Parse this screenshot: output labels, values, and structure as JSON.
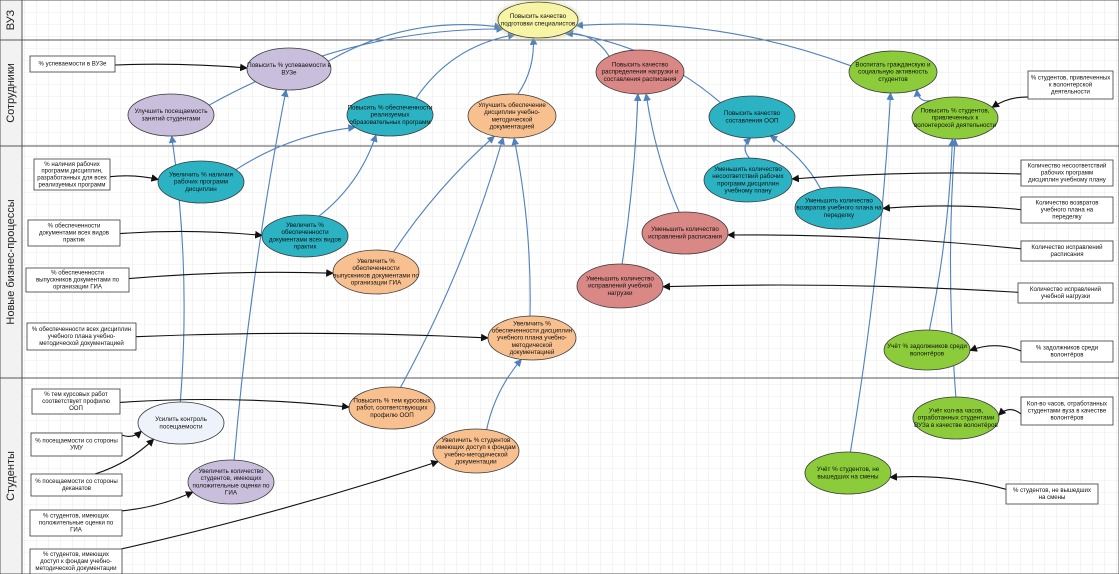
{
  "lanes": [
    {
      "id": "vuz",
      "label": "ВУЗ"
    },
    {
      "id": "staff",
      "label": "Сотрудники"
    },
    {
      "id": "processes",
      "label": "Новые бизнес-процессы"
    },
    {
      "id": "students",
      "label": "Студенты"
    }
  ],
  "colors": {
    "yellow": "#f7f4a5",
    "purple": "#c9bfdc",
    "teal": "#2bb3c4",
    "orange": "#f8c08f",
    "red": "#d98886",
    "green": "#8ccc3a",
    "light": "#eef2fa",
    "edge_blue": "#4f81bd",
    "edge_black": "#111111",
    "grid": "#d9d9d9"
  },
  "nodes": [
    {
      "id": "n1",
      "text": [
        "Повысить качество",
        "подготовки специалистов"
      ],
      "color": "yellow"
    },
    {
      "id": "n2",
      "text": [
        "Повысить % успеваемости в",
        "ВУЗе"
      ],
      "color": "purple"
    },
    {
      "id": "n3",
      "text": [
        "Улучшить посещаемость",
        "занятий студентами"
      ],
      "color": "purple"
    },
    {
      "id": "n4",
      "text": [
        "Повысить % обеспеченности",
        "реализуемых",
        "образовательных программ"
      ],
      "color": "teal"
    },
    {
      "id": "n5",
      "text": [
        "Улучшить обеспечение",
        "дисциплин учебно-",
        "методической",
        "документацией"
      ],
      "color": "orange"
    },
    {
      "id": "n6",
      "text": [
        "Повысить качество",
        "распределения нагрузки и",
        "составления расписания"
      ],
      "color": "red"
    },
    {
      "id": "n7",
      "text": [
        "Повысить качество",
        "составления ООП"
      ],
      "color": "teal"
    },
    {
      "id": "n8",
      "text": [
        "Воспитать гражданскую и",
        "социальную активность",
        "студентов"
      ],
      "color": "green"
    },
    {
      "id": "n9",
      "text": [
        "Повысить % студентов,",
        "привлеченных к",
        "волонтерской деятельности"
      ],
      "color": "green"
    },
    {
      "id": "n10",
      "text": [
        "Увеличить % наличия",
        "рабочих программ",
        "дисциплин"
      ],
      "color": "teal"
    },
    {
      "id": "n11",
      "text": [
        "Увеличить %",
        "обеспеченности",
        "документами всех видов",
        "практик"
      ],
      "color": "teal"
    },
    {
      "id": "n12",
      "text": [
        "Увеличить %",
        "обеспеченности",
        "выпускников документами по",
        "организации ГИА"
      ],
      "color": "orange"
    },
    {
      "id": "n13",
      "text": [
        "Увеличить %",
        "обеспеченности дисциплин",
        "учебного плана учебно-",
        "методической",
        "документацией"
      ],
      "color": "orange"
    },
    {
      "id": "n14",
      "text": [
        "Уменьшить количество",
        "несоответствий рабочих",
        "программ дисциплин",
        "учебному плану"
      ],
      "color": "teal"
    },
    {
      "id": "n15",
      "text": [
        "Уменьшить количество",
        "возвратов учебного плана на",
        "переделку"
      ],
      "color": "teal"
    },
    {
      "id": "n16",
      "text": [
        "Уменьшить количество",
        "исправлений расписания"
      ],
      "color": "red"
    },
    {
      "id": "n17",
      "text": [
        "Уменьшить количество",
        "исправлений учебной",
        "нагрузки"
      ],
      "color": "red"
    },
    {
      "id": "n18",
      "text": [
        "Учёт % задолжников среди",
        "волонтёров"
      ],
      "color": "green"
    },
    {
      "id": "n19",
      "text": [
        "Усилить контроль",
        "посещаемости"
      ],
      "color": "light"
    },
    {
      "id": "n20",
      "text": [
        "Увеличить количество",
        "студентов, имеющих",
        "положительные оценки по",
        "ГИА"
      ],
      "color": "purple"
    },
    {
      "id": "n21",
      "text": [
        "Повысить % тем курсовых",
        "работ, соответствующих",
        "профилю ООП"
      ],
      "color": "orange"
    },
    {
      "id": "n22",
      "text": [
        "Увеличить % студентов",
        "имеющих доступ к фондам",
        "учебно-методической",
        "документации"
      ],
      "color": "orange"
    },
    {
      "id": "n23",
      "text": [
        "Учёт кол-ва часов,",
        "отработанных студентами",
        "ВУЗа в качестве волонтёров"
      ],
      "color": "green"
    },
    {
      "id": "n24",
      "text": [
        "Учёт % студентов, не",
        "вышедших на смены"
      ],
      "color": "green"
    }
  ],
  "boxes": [
    {
      "id": "b1",
      "text": [
        "% успеваемости в ВУЗе"
      ]
    },
    {
      "id": "b2",
      "text": [
        "% наличия рабочих",
        "программ дисциплин,",
        "разработанных для всех",
        "реализуемых программ"
      ]
    },
    {
      "id": "b3",
      "text": [
        "% обеспеченности",
        "документами всех видов",
        "практик"
      ]
    },
    {
      "id": "b4",
      "text": [
        "% обеспеченности",
        "выпускников документами по",
        "организации ГИА"
      ]
    },
    {
      "id": "b5",
      "text": [
        "% обеспеченности всех дисциплин",
        "учебного плана учебно-",
        "методической документацией"
      ]
    },
    {
      "id": "b6",
      "text": [
        "% тем курсовых работ",
        "соответствует профилю",
        "ООП"
      ]
    },
    {
      "id": "b7",
      "text": [
        "% посещаемости со стороны",
        "УМУ"
      ]
    },
    {
      "id": "b8",
      "text": [
        "% посещаемости со стороны",
        "деканатов"
      ]
    },
    {
      "id": "b9",
      "text": [
        "% студентов, имеющих",
        "положительные оценки по",
        "ГИА"
      ]
    },
    {
      "id": "b10",
      "text": [
        "% студентов, имеющих",
        "доступ к фондам учебно-",
        "методической документации"
      ]
    },
    {
      "id": "b11",
      "text": [
        "% студентов, привлеченных",
        "к волонтерской",
        "деятельности"
      ]
    },
    {
      "id": "b12",
      "text": [
        "Количество несоответствий",
        "рабочих программ",
        "дисциплин учебному плану"
      ]
    },
    {
      "id": "b13",
      "text": [
        "Количество возвратов",
        "учебного плана на",
        "переделку"
      ]
    },
    {
      "id": "b14",
      "text": [
        "Количество исправлений",
        "расписания"
      ]
    },
    {
      "id": "b15",
      "text": [
        "Количество исправлений",
        "учебной нагрузки"
      ]
    },
    {
      "id": "b16",
      "text": [
        "% задолжников среди",
        "волонтёров"
      ]
    },
    {
      "id": "b17",
      "text": [
        "Кол-во часов, отработанных",
        "студентами вуза в качестве",
        "волонтёров"
      ]
    },
    {
      "id": "b18",
      "text": [
        "% студентов, не вышедших",
        "на смены"
      ]
    }
  ]
}
